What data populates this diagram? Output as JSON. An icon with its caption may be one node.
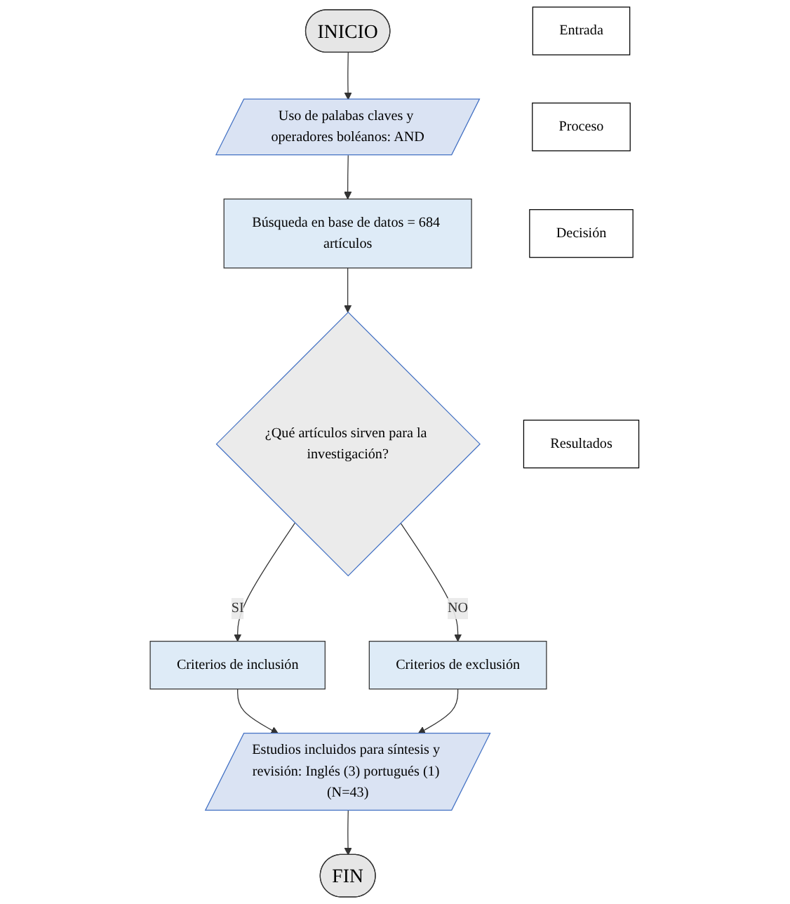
{
  "diagram": {
    "nodes": [
      {
        "text": [
          "INICIO"
        ]
      },
      {
        "text": [
          "Entrada"
        ]
      },
      {
        "text": [
          "Uso de palabas claves y operadores boléanos: AND"
        ]
      },
      {
        "text": [
          "Proceso"
        ]
      },
      {
        "text": [
          "Búsqueda en base de datos = 684 artículos"
        ]
      },
      {
        "text": [
          "Decisión"
        ]
      },
      {
        "text": [
          "¿Qué artículos sirven para la investigación?"
        ]
      },
      {
        "text": [
          "Criterios de exclusión"
        ]
      },
      {
        "text": [
          "Criterios de inclusión"
        ]
      },
      {
        "text": [
          "Resultados"
        ]
      },
      {
        "text": [
          "Estudios incluidos para síntesis y revisión: Inglés (3) portugués (1) (N=43)"
        ]
      },
      {
        "text": [
          "FIN"
        ]
      }
    ],
    "edges": [
      {
        "from": 0,
        "to": 2,
        "arrow": "to"
      },
      {
        "from": 2,
        "to": 4,
        "arrow": "to"
      },
      {
        "from": 4,
        "to": 6,
        "arrow": "to"
      },
      {
        "from": 6,
        "to": 7,
        "arrow": "to",
        "label": "NO"
      },
      {
        "from": 6,
        "to": 8,
        "arrow": "to",
        "label": "SI"
      },
      {
        "from": 8,
        "to": 10,
        "arrow": "to"
      },
      {
        "from": 7,
        "to": 10,
        "arrow": "to"
      },
      {
        "from": 10,
        "to": 11,
        "arrow": "to"
      }
    ]
  }
}
